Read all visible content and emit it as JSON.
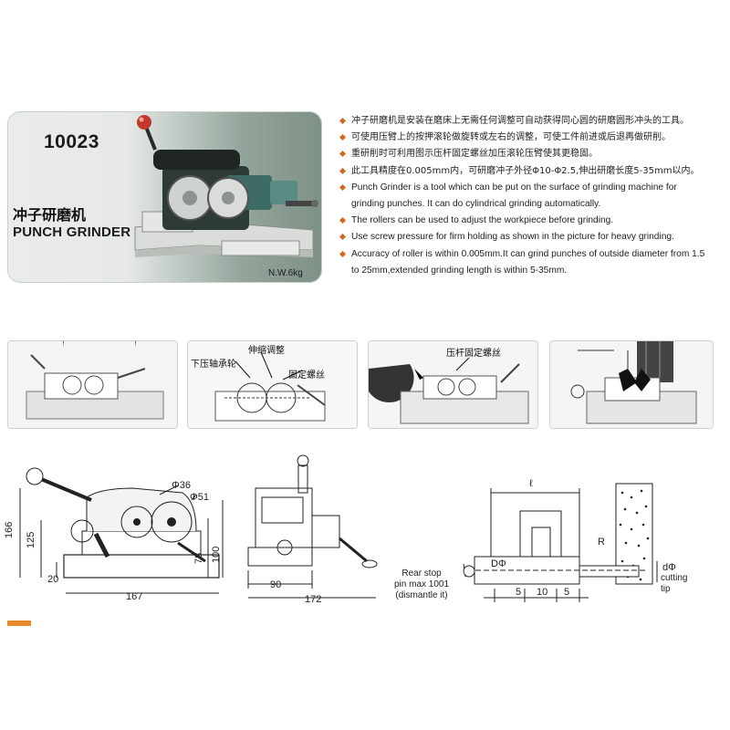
{
  "card": {
    "model": "10023",
    "title_cn": "冲子研磨机",
    "title_en": "PUNCH GRINDER",
    "weight": "N.W.6kg"
  },
  "description": [
    "冲子研磨机是安装在磨床上无需任何调整可自动获得同心圆的研磨圆形冲头的工具。",
    "可使用压臂上的按押滚轮做旋转或左右的调整，可使工件前进或后退再做研削。",
    "重研削时可利用图示压杆固定螺丝加压滚轮压臂使其更稳固。",
    "此工具精度在0.005mm内，可研磨冲子外径Φ10-Φ2.5,伸出研磨长度5-35mm以内。",
    "Punch Grinder is a tool which can  be put on the surface of grinding machine for grinding punches. It can do cylindrical grinding automatically.",
    "The rollers can be used to adjust the workpiece before grinding.",
    "Use screw pressure for firm holding as shown in the picture for heavy grinding.",
    "Accuracy of roller is within 0.005mm.It can grind punches of outside diameter from 1.5 to 25mm,extended grinding length is within 5-35mm."
  ],
  "photos": {
    "p2": {
      "label_a": "伸缩调整",
      "label_b": "下压轴承轮",
      "label_c": "固定螺丝"
    },
    "p3": {
      "label_a": "压杆固定螺丝"
    }
  },
  "drawing_side": {
    "dims": {
      "d36": "Φ36",
      "d51": "Φ51",
      "h166": "166",
      "h125": "125",
      "h20": "20",
      "h78": "78",
      "h100": "100",
      "w167": "167"
    }
  },
  "drawing_front": {
    "dims": {
      "w90": "90",
      "w172": "172"
    }
  },
  "drawing_tip": {
    "dims": {
      "l": "ℓ",
      "R": "R",
      "DPhi": "DΦ",
      "d5a": "5",
      "d10": "10",
      "d5b": "5",
      "dPhi": "dΦ"
    },
    "rear_stop": [
      "Rear stop",
      "pin max 1001",
      "(dismantle it)"
    ],
    "cutting_tip": [
      "cutting",
      "tip"
    ]
  },
  "colors": {
    "accent": "#d2691e",
    "card_green": "#7e9186",
    "tag": "#e58b2b"
  }
}
